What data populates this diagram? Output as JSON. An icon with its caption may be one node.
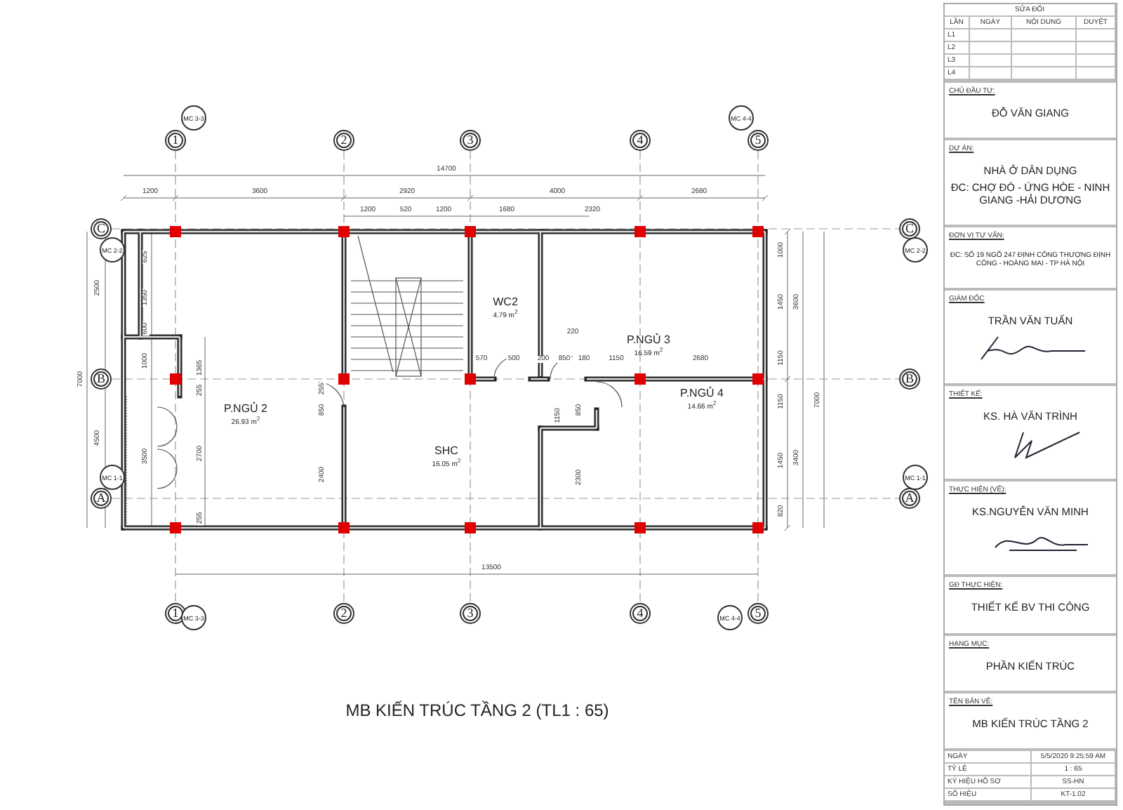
{
  "diagram": {
    "title": "MB KIẾN TRÚC TẦNG 2 (TL1 : 65)",
    "nodes": [
      {
        "text": [
          "1"
        ]
      },
      {
        "text": [
          "2"
        ]
      },
      {
        "text": [
          "3"
        ]
      },
      {
        "text": [
          "4"
        ]
      },
      {
        "text": [
          "5"
        ]
      },
      {
        "text": [
          "C"
        ]
      },
      {
        "text": [
          "B"
        ]
      },
      {
        "text": [
          "A"
        ]
      },
      {
        "text": [
          "C"
        ]
      },
      {
        "text": [
          "B"
        ]
      },
      {
        "text": [
          "A"
        ]
      },
      {
        "text": [
          "1"
        ]
      },
      {
        "text": [
          "2"
        ]
      },
      {
        "text": [
          "3"
        ]
      },
      {
        "text": [
          "4"
        ]
      },
      {
        "text": [
          "5"
        ]
      },
      {
        "text": [
          "WC2",
          "4.79 m$^{2}$"
        ]
      },
      {
        "text": [
          "P.NGỦ 3",
          "16.59 m$^{2}$"
        ]
      },
      {
        "text": [
          "P.NGỦ 4",
          "14.66 m$^{2}$"
        ]
      },
      {
        "text": [
          "P.NGỦ 2",
          "26.93 m$^{2}$"
        ]
      },
      {
        "text": [
          "SHC",
          "16.05 m$^{2}$"
        ]
      },
      {
        "text": [
          "CHỦ ĐẦU TƯ:",
          "ĐỖ VĂN GIANG"
        ]
      },
      {
        "text": [
          "DỰ ÁN:",
          "NHÀ Ở DÂN DỤNG",
          "ĐC: CHỢ ĐÓ - ỨNG HÒE - NINH GIANG -HẢI DƯƠNG"
        ]
      },
      {
        "text": [
          "ĐƠN VỊ TƯ VẤN:",
          "ĐC: SỐ 19 NGÕ 247 ĐỊNH CÔNG THƯỢNG ĐỊNH CÔNG - HOÀNG MAI - TP HÀ NỘI"
        ]
      },
      {
        "text": [
          "GIÁM ĐỐC",
          "TRẦN VĂN TUẤN"
        ]
      },
      {
        "text": [
          "THIẾT KẾ:",
          "KS. HÀ VĂN TRÌNH"
        ]
      },
      {
        "text": [
          "THỰC HIỆN (VẼ):",
          "KS.NGUYỄN VĂN MINH"
        ]
      },
      {
        "text": [
          "GĐ THỰC HIỆN:",
          "THIẾT KẾ BV THI CÔNG"
        ]
      },
      {
        "text": [
          "HẠNG MỤC:",
          "PHẦN KIẾN TRÚC"
        ]
      },
      {
        "text": [
          "TÊN BẢN VẼ:",
          "MB KIẾN TRÚC TẦNG 2"
        ]
      }
    ],
    "edges": [
      {
        "from": 0,
        "to": 11,
        "arrow": "none",
        "style": "dashed"
      },
      {
        "from": 1,
        "to": 12,
        "arrow": "none",
        "style": "dashed"
      },
      {
        "from": 2,
        "to": 13,
        "arrow": "none",
        "style": "dashed"
      },
      {
        "from": 3,
        "to": 14,
        "arrow": "none",
        "style": "dashed"
      },
      {
        "from": 4,
        "to": 15,
        "arrow": "none",
        "style": "dashed"
      },
      {
        "from": 5,
        "to": 8,
        "arrow": "none",
        "style": "dashed"
      },
      {
        "from": 6,
        "to": 9,
        "arrow": "none",
        "style": "dashed"
      },
      {
        "from": 7,
        "to": 10,
        "arrow": "none",
        "style": "dashed"
      }
    ],
    "labels": [
      "SỬA ĐỔI",
      "LẦN",
      "NGÀY",
      "NỘI DUNG",
      "DUYỆT",
      "L1",
      "L2",
      "L3",
      "L4",
      "NGÀY",
      "5/5/2020 9:25:59 AM",
      "TỶ LỆ",
      "1 : 65",
      "KÝ HIỆU HỒ SƠ",
      "SS-HN",
      "SỐ HIỆU",
      "KT-1.02",
      "14700",
      "1200",
      "3600",
      "2920",
      "4000",
      "2680",
      "1200",
      "520",
      "1200",
      "1680",
      "2320",
      "2500",
      "7000",
      "4500",
      "625",
      "1350",
      "600",
      "1000",
      "3500",
      "1365",
      "255",
      "2700",
      "255",
      "255",
      "850",
      "2400",
      "570",
      "500",
      "200",
      "850",
      "180",
      "1150",
      "2680",
      "220",
      "1150",
      "850",
      "2300",
      "1000",
      "1450",
      "1150",
      "1150",
      "1450",
      "820",
      "3600",
      "3400",
      "7000",
      "13500",
      "MC 3-3",
      "MC 4-4",
      "MC 2-2",
      "MC 2-2",
      "MC 1-1",
      "MC 1-1",
      "MC 3-3",
      "MC 4-4"
    ]
  }
}
